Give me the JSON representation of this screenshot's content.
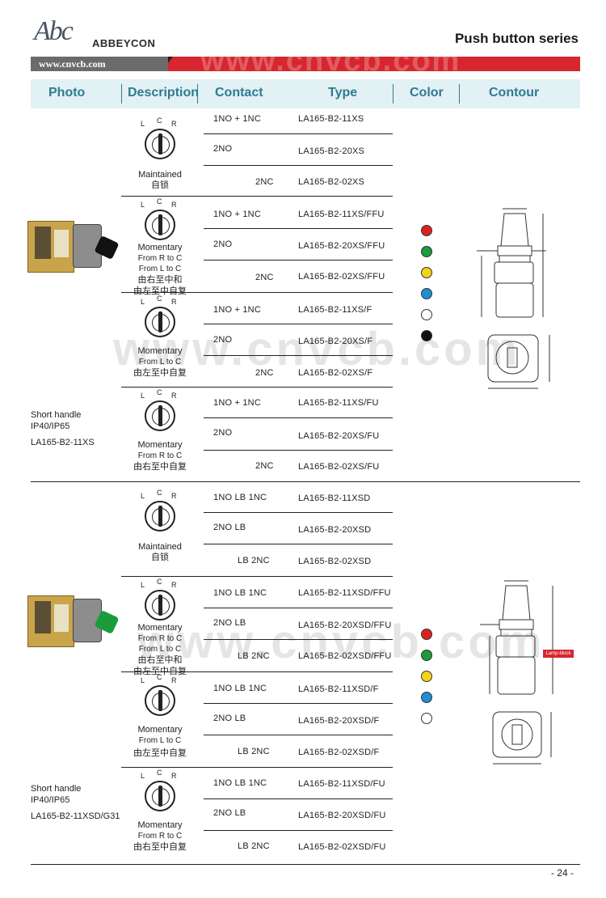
{
  "header": {
    "brand_mark": "Abc",
    "brand_name": "ABBEYCON",
    "series_title": "Push button series",
    "url": "www.cnvcb.com",
    "watermark": "www.cnvcb.com"
  },
  "columns": [
    "Photo",
    "Description",
    "Contact",
    "Type",
    "Color",
    "Contour"
  ],
  "section1": {
    "photo_label_1": "Short handle",
    "photo_label_2": "IP40/IP65",
    "photo_label_3": "LA165-B2-11XS",
    "groups": [
      {
        "label": [
          "Maintained",
          "自锁"
        ],
        "rows": [
          {
            "contact": "1NO  +   1NC",
            "type": "LA165-B2-11XS"
          },
          {
            "contact": "2NO",
            "type": "LA165-B2-20XS"
          },
          {
            "contact": "2NC",
            "type": "LA165-B2-02XS"
          }
        ]
      },
      {
        "label": [
          "Momentary",
          "From R to C",
          "From L to C",
          "由右至中和",
          "由左至中自复"
        ],
        "rows": [
          {
            "contact": "1NO  +   1NC",
            "type": "LA165-B2-11XS/FFU"
          },
          {
            "contact": "2NO",
            "type": "LA165-B2-20XS/FFU"
          },
          {
            "contact": "2NC",
            "type": "LA165-B2-02XS/FFU"
          }
        ]
      },
      {
        "label": [
          "Momentary",
          "From L to C",
          "由左至中自复"
        ],
        "rows": [
          {
            "contact": "1NO  +   1NC",
            "type": "LA165-B2-11XS/F"
          },
          {
            "contact": "2NO",
            "type": "LA165-B2-20XS/F"
          },
          {
            "contact": "2NC",
            "type": "LA165-B2-02XS/F"
          }
        ]
      },
      {
        "label": [
          "Momentary",
          "From R to C",
          "由右至中自复"
        ],
        "rows": [
          {
            "contact": "1NO  +   1NC",
            "type": "LA165-B2-11XS/FU"
          },
          {
            "contact": "2NO",
            "type": "LA165-B2-20XS/FU"
          },
          {
            "contact": "2NC",
            "type": "LA165-B2-02XS/FU"
          }
        ]
      }
    ],
    "colors": [
      "#d92323",
      "#1f9a3c",
      "#f2d21b",
      "#1e8fd1",
      "#ffffff",
      "#111111"
    ]
  },
  "section2": {
    "photo_label_1": "Short handle",
    "photo_label_2": "IP40/IP65",
    "photo_label_3": "LA165-B2-11XSD/G31",
    "lamp_label": "Lamp-block",
    "groups": [
      {
        "label": [
          "Maintained",
          "自锁"
        ],
        "rows": [
          {
            "contact": "1NO  LB  1NC",
            "type": "LA165-B2-11XSD"
          },
          {
            "contact": "2NO  LB",
            "type": "LA165-B2-20XSD"
          },
          {
            "contact": "LB  2NC",
            "type": "LA165-B2-02XSD"
          }
        ]
      },
      {
        "label": [
          "Momentary",
          "From R to C",
          "From L to C",
          "由右至中和",
          "由左至中自复"
        ],
        "rows": [
          {
            "contact": "1NO  LB  1NC",
            "type": "LA165-B2-11XSD/FFU"
          },
          {
            "contact": "2NO  LB",
            "type": "LA165-B2-20XSD/FFU"
          },
          {
            "contact": "LB  2NC",
            "type": "LA165-B2-02XSD/FFU"
          }
        ]
      },
      {
        "label": [
          "Momentary",
          "From L to C",
          "由左至中自复"
        ],
        "rows": [
          {
            "contact": "1NO  LB  1NC",
            "type": "LA165-B2-11XSD/F"
          },
          {
            "contact": "2NO  LB",
            "type": "LA165-B2-20XSD/F"
          },
          {
            "contact": "LB  2NC",
            "type": "LA165-B2-02XSD/F"
          }
        ]
      },
      {
        "label": [
          "Momentary",
          "From R to C",
          "由右至中自复"
        ],
        "rows": [
          {
            "contact": "1NO  LB  1NC",
            "type": "LA165-B2-11XSD/FU"
          },
          {
            "contact": "2NO  LB",
            "type": "LA165-B2-20XSD/FU"
          },
          {
            "contact": "LB  2NC",
            "type": "LA165-B2-02XSD/FU"
          }
        ]
      }
    ],
    "colors": [
      "#d92323",
      "#1f9a3c",
      "#f2d21b",
      "#1e8fd1",
      "#ffffff"
    ]
  },
  "footer": {
    "page_number": "- 24 -"
  }
}
